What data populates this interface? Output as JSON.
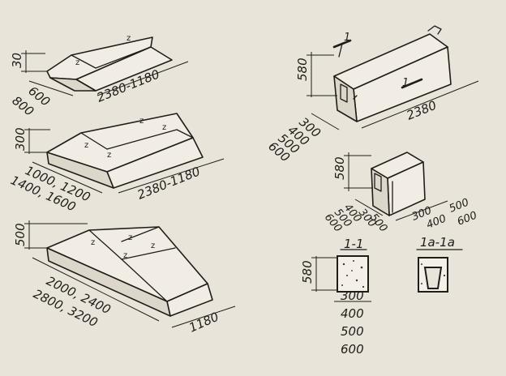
{
  "slab1": {
    "height": "30",
    "length": "2380-1180",
    "width_a": "600",
    "width_b": "800"
  },
  "slab2": {
    "height": "300",
    "length": "2380-1180",
    "width_a": "1000, 1200",
    "width_b": "1400, 1600"
  },
  "slab3": {
    "height": "500",
    "width_a": "2000, 2400",
    "width_b": "2800, 3200",
    "length": "1180"
  },
  "block1": {
    "section_mark_left": "1",
    "section_mark_right": "1",
    "height": "580",
    "length": "2380",
    "w1": "300",
    "w2": "400",
    "w3": "500",
    "w4": "600"
  },
  "block2": {
    "height": "580",
    "w_left_1": "300",
    "w_left_2": "400",
    "w_left_3": "500",
    "w_left_4": "600",
    "w_right_1": "300",
    "w_right_2": "400",
    "w_right_3": "500",
    "w_right_4": "600"
  },
  "section1": {
    "title": "1-1",
    "height": "580",
    "w1": "300",
    "w2": "400",
    "w3": "500",
    "w4": "600"
  },
  "section2": {
    "title": "1a-1a"
  },
  "marks": {
    "loop": "z"
  }
}
